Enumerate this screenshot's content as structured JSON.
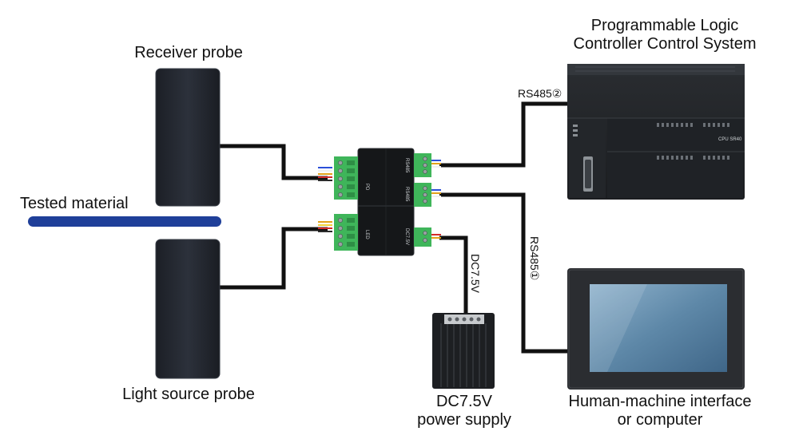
{
  "labels": {
    "receiver_probe": "Receiver probe",
    "light_source_probe": "Light source probe",
    "tested_material": "Tested material",
    "plc_line1": "Programmable Logic",
    "plc_line2": "Controller Control System",
    "hmi_line1": "Human-machine interface",
    "hmi_line2": "or computer",
    "psu_line1": "DC7.5V",
    "psu_line2": "power supply",
    "rs485_top": "RS485②",
    "rs485_side": "RS485①",
    "dc_vertical": "DC7.5V"
  },
  "plc_device": {
    "model": "CPU SR40"
  },
  "controller_board": {
    "pd_label": "PD",
    "led_label": "LED",
    "rs485_a": "RS485",
    "rs485_b": "RS485",
    "power_label": "DC7.5V"
  },
  "colors": {
    "material_bar": "#1f3f99",
    "probe_body": "#23272f",
    "cable": "#111111",
    "terminal_green": "#3fb55a"
  }
}
